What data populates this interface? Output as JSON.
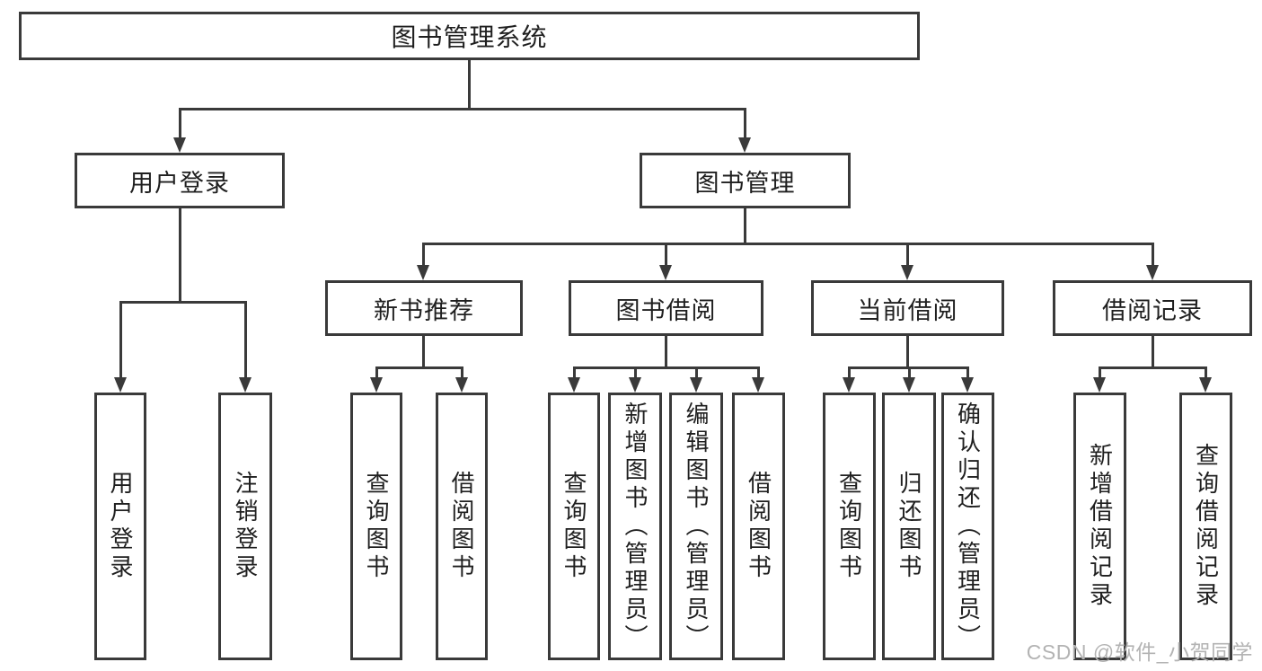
{
  "tree": {
    "label": "图书管理系统",
    "children": [
      {
        "label": "用户登录",
        "children": [
          {
            "label": "用户登录"
          },
          {
            "label": "注销登录"
          }
        ]
      },
      {
        "label": "图书管理",
        "children": [
          {
            "label": "新书推荐",
            "children": [
              {
                "label": "查询图书"
              },
              {
                "label": "借阅图书"
              }
            ]
          },
          {
            "label": "图书借阅",
            "children": [
              {
                "label": "查询图书"
              },
              {
                "label": "新增图书（管理员）"
              },
              {
                "label": "编辑图书（管理员）"
              },
              {
                "label": "借阅图书"
              }
            ]
          },
          {
            "label": "当前借阅",
            "children": [
              {
                "label": "查询图书"
              },
              {
                "label": "归还图书"
              },
              {
                "label": "确认归还（管理员）"
              }
            ]
          },
          {
            "label": "借阅记录",
            "children": [
              {
                "label": "新增借阅记录"
              },
              {
                "label": "查询借阅记录"
              }
            ]
          }
        ]
      }
    ]
  },
  "watermark": {
    "text": "CSDN @软件_小贺同学"
  },
  "colors": {
    "line": "#3a3a3a",
    "text": "#1f1f1f",
    "watermark": "#b3b3b3",
    "background": "#ffffff"
  }
}
